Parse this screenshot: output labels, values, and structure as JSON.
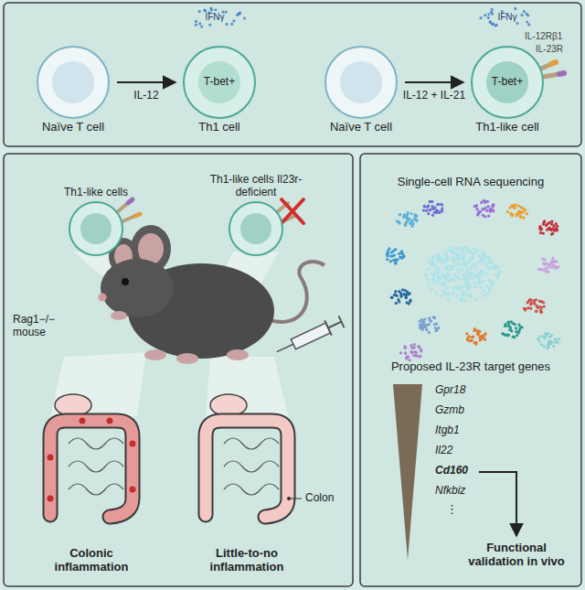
{
  "diagram": {
    "nodes": [
      {
        "text": [
          "Naïve T cell"
        ]
      },
      {
        "text": [
          "T-bet+",
          "Th1 cell"
        ]
      },
      {
        "text": [
          "Naïve T cell"
        ]
      },
      {
        "text": [
          "T-bet+",
          "Th1-like cell"
        ]
      },
      {
        "text": [
          "Th1-like cells"
        ]
      },
      {
        "text": [
          "Th1-like cells Il23r-deficient"
        ]
      }
    ],
    "edges": [
      {
        "from": 0,
        "to": 1,
        "label": "IL-12",
        "arrow": "to"
      },
      {
        "from": 2,
        "to": 3,
        "label": "IL-12 + IL-21",
        "arrow": "to"
      }
    ],
    "labels": [
      "IFNγ",
      "IFNγ",
      "IL-12Rβ1",
      "IL-23R",
      "Rag1−/− mouse",
      "Colonic inflammation",
      "Little-to-no inflammation",
      "Colon",
      "Single-cell RNA sequencing",
      "Proposed IL-23R target genes",
      "Gpr18",
      "Gzmb",
      "Itgb1",
      "Il22",
      "Cd160",
      "Nfkbiz",
      "⋮",
      "Functional validation in vivo"
    ]
  }
}
